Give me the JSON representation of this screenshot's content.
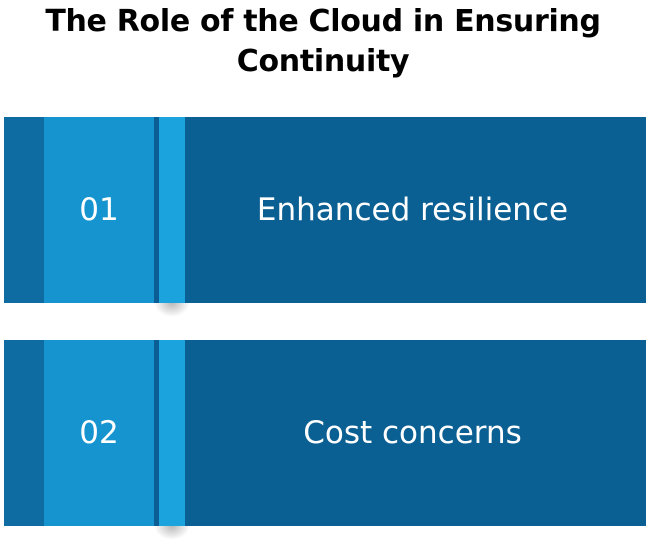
{
  "title": "The Role of the Cloud in Ensuring Continuity",
  "items": [
    {
      "number": "01",
      "label": "Enhanced resilience"
    },
    {
      "number": "02",
      "label": "Cost concerns"
    }
  ],
  "colors": {
    "outer_band": "#0e6ca3",
    "number_band": "#1594d0",
    "accent_strip": "#1aa3dd",
    "main_band": "#0a5f93",
    "text": "#ffffff",
    "title_text": "#000000"
  }
}
